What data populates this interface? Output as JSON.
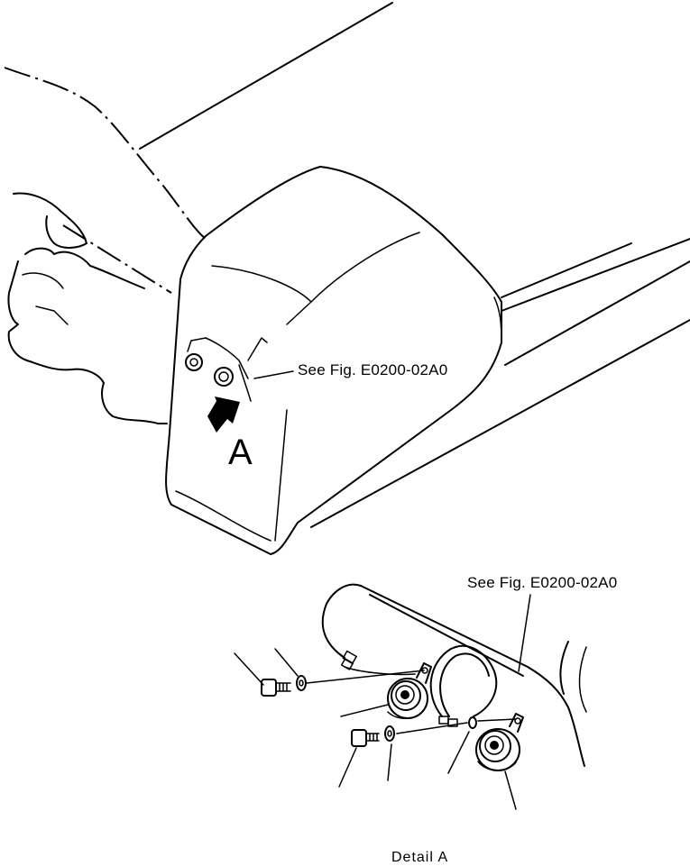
{
  "labels": {
    "ref_upper": "See Fig. E0200-02A0",
    "ref_lower": "See Fig. E0200-02A0",
    "view_letter": "A",
    "detail_caption": "Detail A"
  },
  "icons": {
    "view_arrow": "arrow-up-right-icon"
  }
}
